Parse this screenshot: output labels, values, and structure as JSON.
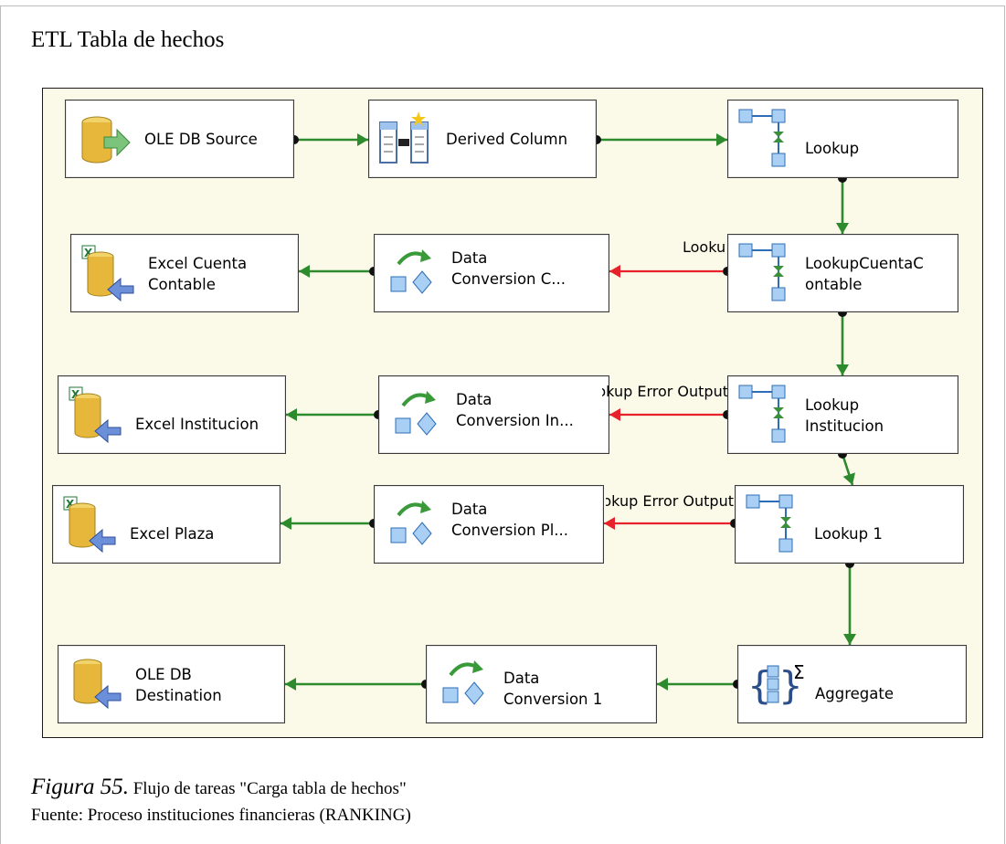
{
  "title": "ETL Tabla de hechos",
  "colors": {
    "canvas": "#fbfae9",
    "success": "#2d8a2d",
    "error": "#e8222a"
  },
  "nodes": {
    "ole_db_source": {
      "label": "OLE DB Source",
      "icon": "db-source-icon"
    },
    "derived_column": {
      "label": "Derived Column",
      "icon": "derived-column-icon"
    },
    "lookup": {
      "label": "Lookup",
      "icon": "lookup-icon"
    },
    "lookup_cuenta_contable": {
      "label": "LookupCuentaC\nontable",
      "icon": "lookup-icon"
    },
    "data_conversion_c": {
      "label": "Data\nConversion C...",
      "icon": "data-conversion-icon"
    },
    "excel_cuenta_contable": {
      "label": "Excel Cuenta\nContable",
      "icon": "excel-destination-icon"
    },
    "lookup_institucion": {
      "label": "Lookup\nInstitucion",
      "icon": "lookup-icon"
    },
    "data_conversion_in": {
      "label": "Data\nConversion In...",
      "icon": "data-conversion-icon"
    },
    "excel_institucion": {
      "label": "Excel Institucion",
      "icon": "excel-destination-icon"
    },
    "lookup_1": {
      "label": "Lookup 1",
      "icon": "lookup-icon"
    },
    "data_conversion_pl": {
      "label": "Data\nConversion Pl...",
      "icon": "data-conversion-icon"
    },
    "excel_plaza": {
      "label": "Excel Plaza",
      "icon": "excel-destination-icon"
    },
    "aggregate": {
      "label": "Aggregate",
      "icon": "aggregate-icon"
    },
    "data_conversion_1": {
      "label": "Data\nConversion 1",
      "icon": "data-conversion-icon"
    },
    "ole_db_destination": {
      "label": "OLE DB\nDestination",
      "icon": "db-destination-icon"
    }
  },
  "edge_labels": {
    "lookup_cuenta_error": "Lookup Error Output",
    "lookup_institucion_error": "Lookup Error Output",
    "lookup_1_error": "Lookup Error Output"
  },
  "caption": {
    "figure": "Figura 55.",
    "description": " Flujo de tareas \"Carga tabla de hechos\"",
    "source": "Fuente: Proceso instituciones financieras (RANKING)"
  }
}
